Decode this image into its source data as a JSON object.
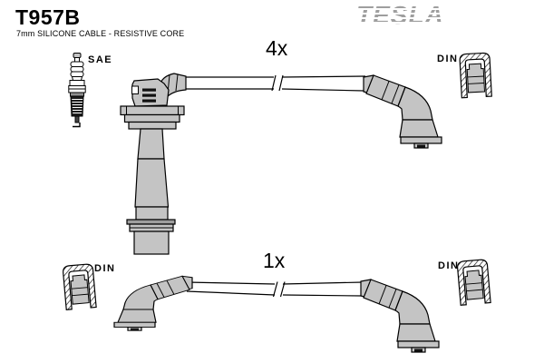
{
  "header": {
    "part_number": "T957B",
    "subtitle": "7mm SILICONE CABLE - RESISTIVE CORE",
    "brand": "TESLA"
  },
  "diagram": {
    "top_set": {
      "quantity_label": "4x",
      "plug_end_standard": "SAE",
      "terminal_end_standard": "DIN"
    },
    "bottom_set": {
      "quantity_label": "1x",
      "left_end_standard": "DIN",
      "right_end_standard": "DIN"
    },
    "colors": {
      "part_fill": "#c4c4c4",
      "outline": "#000000",
      "brand_gray": "#9e9e9e",
      "background": "#ffffff"
    }
  }
}
